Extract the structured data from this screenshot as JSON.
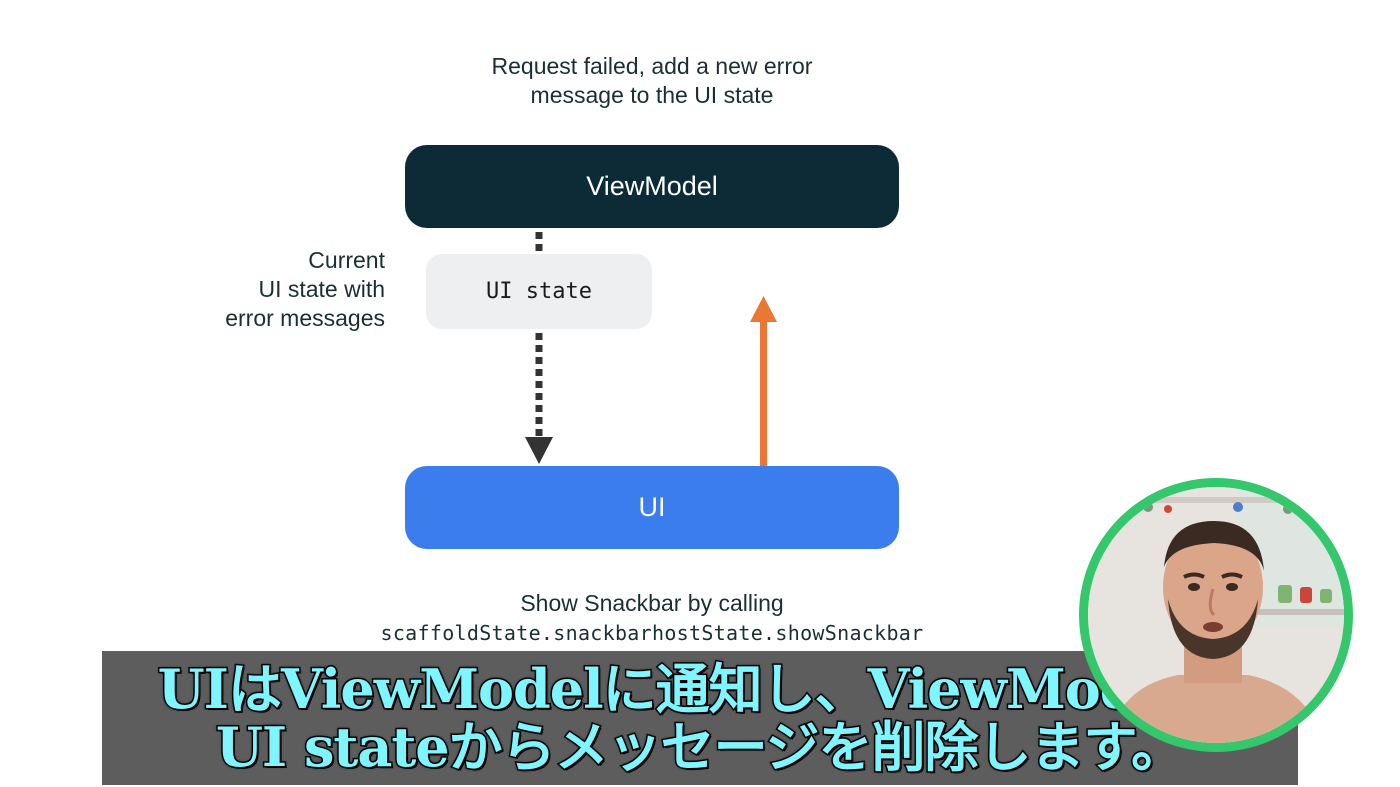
{
  "diagram": {
    "top_caption": [
      "Request failed, add a new error",
      "message to the UI state"
    ],
    "viewmodel_label": "ViewModel",
    "side_label": [
      "Current",
      "UI state with",
      "error messages"
    ],
    "ui_state_label": "UI state",
    "ui_label": "UI",
    "bottom_caption": "Show Snackbar by calling",
    "bottom_code": "scaffoldState.snackbarhostState.showSnackbar",
    "colors": {
      "viewmodel": "#0d2b36",
      "ui": "#3b7ded",
      "ui_state": "#eeeff0",
      "event_arrow": "#ea7834",
      "state_arrow": "#333333"
    }
  },
  "subtitle": {
    "lines": [
      "UIはViewModelに通知し、ViewModelは",
      "UI stateからメッセージを削除します。"
    ],
    "text_color": "#7ff5ff",
    "bar_color": "#5d5d5d"
  },
  "presenter": {
    "icon": "presenter-avatar",
    "ring_color": "#34c76b"
  }
}
